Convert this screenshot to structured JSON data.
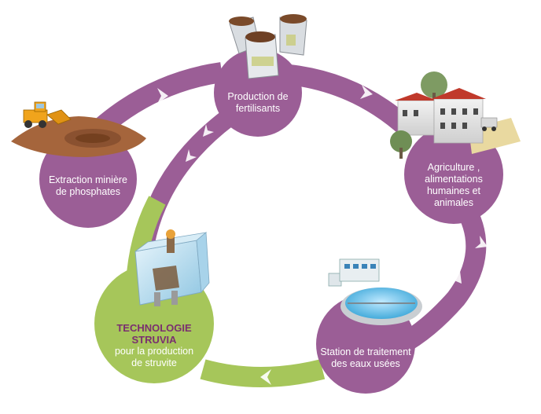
{
  "colors": {
    "purple": "#9b5e96",
    "purple_dark": "#7e4879",
    "green": "#a6c65a",
    "green_dark": "#88ab3e",
    "highlight_text": "#7a2f6f"
  },
  "nodes": {
    "fertilizer": {
      "icon": "fertilizer-bags-illustration",
      "lines": [
        "Production de",
        "fertilisants"
      ]
    },
    "agriculture": {
      "icon": "farm-house-illustration",
      "lines": [
        "Agriculture ,",
        "alimentations",
        "humaines et",
        "animales"
      ]
    },
    "wastewater": {
      "icon": "treatment-plant-illustration",
      "lines": [
        "Station de traitement",
        "des eaux usées"
      ]
    },
    "struvia": {
      "icon": "reactor-tank-illustration",
      "highlight_lines": [
        "TECHNOLOGIE",
        "STRUVIA"
      ],
      "lines": [
        "pour la production",
        "de struvite"
      ]
    },
    "mining": {
      "icon": "mining-excavator-illustration",
      "lines": [
        "Extraction minière",
        "de phosphates"
      ]
    }
  }
}
